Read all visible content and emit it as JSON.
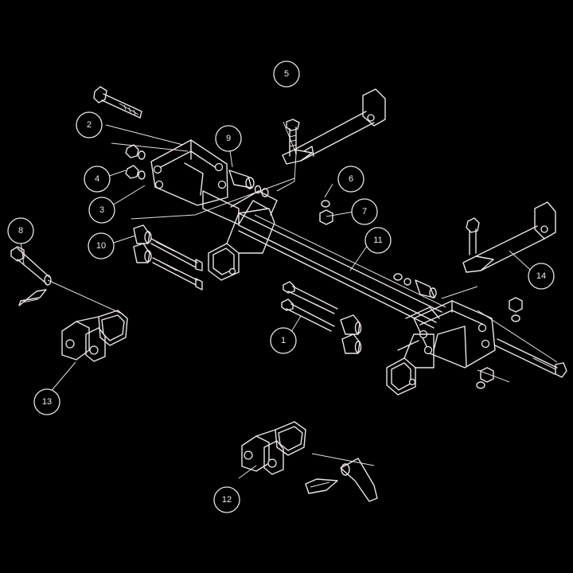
{
  "colors": {
    "background": "#000000",
    "line": "#eee6e6"
  },
  "callouts": [
    {
      "id": "callout-1",
      "label": "1"
    },
    {
      "id": "callout-2",
      "label": "2"
    },
    {
      "id": "callout-3",
      "label": "3"
    },
    {
      "id": "callout-4",
      "label": "4"
    },
    {
      "id": "callout-5",
      "label": "5"
    },
    {
      "id": "callout-6",
      "label": "6"
    },
    {
      "id": "callout-7",
      "label": "7"
    },
    {
      "id": "callout-8",
      "label": "8"
    },
    {
      "id": "callout-9",
      "label": "9"
    },
    {
      "id": "callout-10",
      "label": "10"
    },
    {
      "id": "callout-11",
      "label": "11"
    },
    {
      "id": "callout-12",
      "label": "12"
    },
    {
      "id": "callout-13",
      "label": "13"
    },
    {
      "id": "callout-14",
      "label": "14"
    }
  ]
}
